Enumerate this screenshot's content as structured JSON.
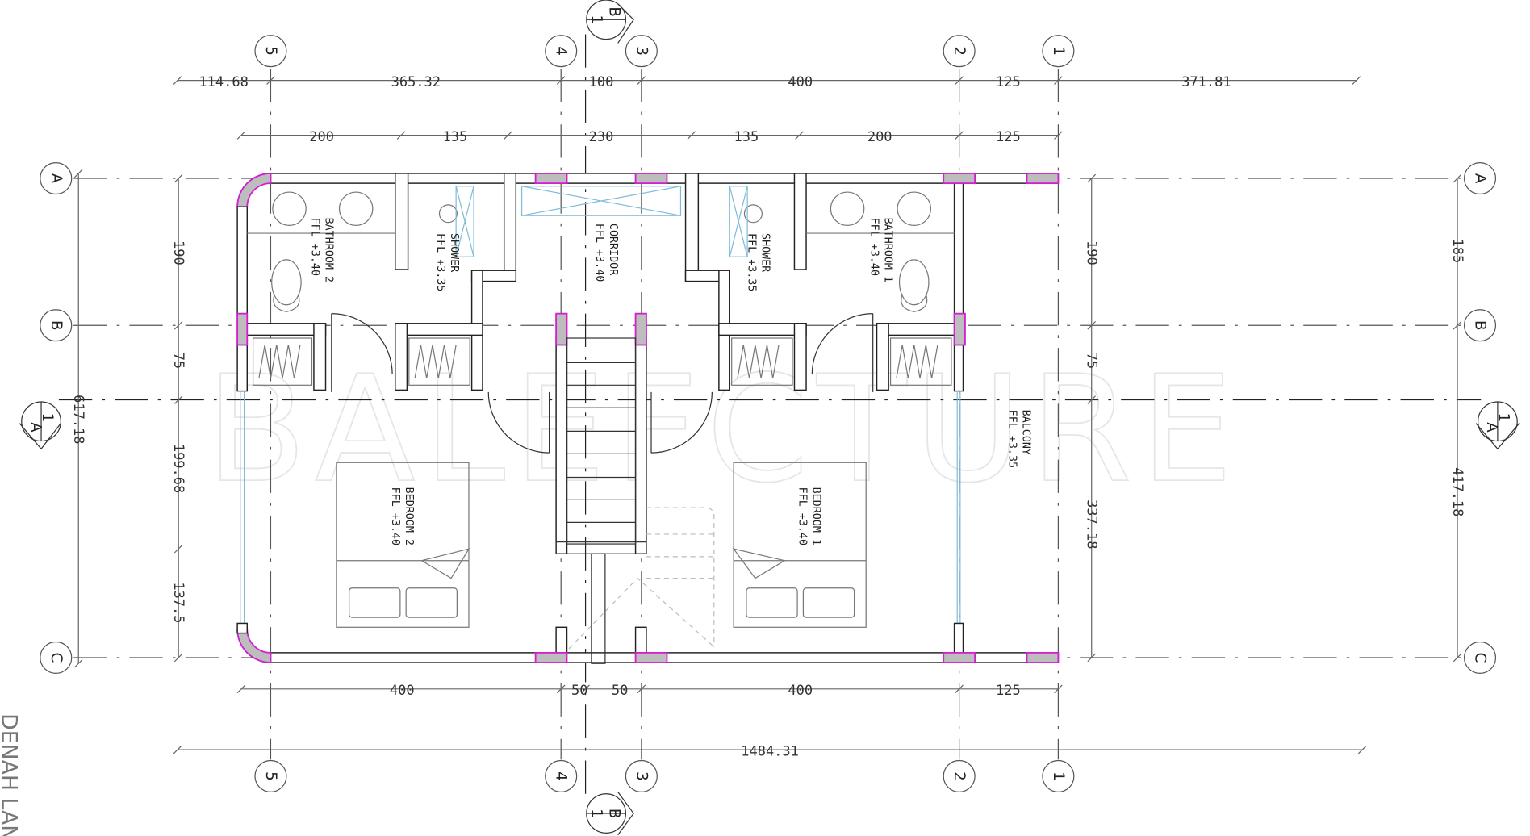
{
  "drawing_title": "DENAH LANT",
  "watermark": "BALEFCTURE",
  "grid": {
    "columns": [
      "5",
      "4",
      "3",
      "2",
      "1"
    ],
    "rows": [
      "A",
      "B",
      "C"
    ]
  },
  "sections": {
    "b_letter": "B",
    "b_num": "1",
    "a_letter": "A",
    "a_num": "1"
  },
  "dims": {
    "top_outer": [
      "114.68",
      "365.32",
      "100",
      "400",
      "125",
      "371.81"
    ],
    "top_inner": [
      "200",
      "135",
      "230",
      "135",
      "200",
      "125"
    ],
    "bottom_inner": [
      "400",
      "50",
      "50",
      "400",
      "125"
    ],
    "overall_width": "1484.31",
    "left_inner": [
      "190",
      "75",
      "199.68",
      "137.5"
    ],
    "left_overall": "617.18",
    "right_inner": [
      "190",
      "75",
      "337.18"
    ],
    "right_outer": [
      "185",
      "417.18"
    ]
  },
  "rooms": [
    {
      "name": "BATHROOM 2",
      "level": "FFL +3.40"
    },
    {
      "name": "SHOWER",
      "level": "FFL +3.35"
    },
    {
      "name": "CORRIDOR",
      "level": "FFL +3.40"
    },
    {
      "name": "SHOWER",
      "level": "FFL +3.35"
    },
    {
      "name": "BATHROOM 1",
      "level": "FFL +3.40"
    },
    {
      "name": "BEDROOM 2",
      "level": "FFL +3.40"
    },
    {
      "name": "BEDROOM 1",
      "level": "FFL +3.40"
    },
    {
      "name": "BALCONY",
      "level": "FFL +3.35"
    }
  ]
}
